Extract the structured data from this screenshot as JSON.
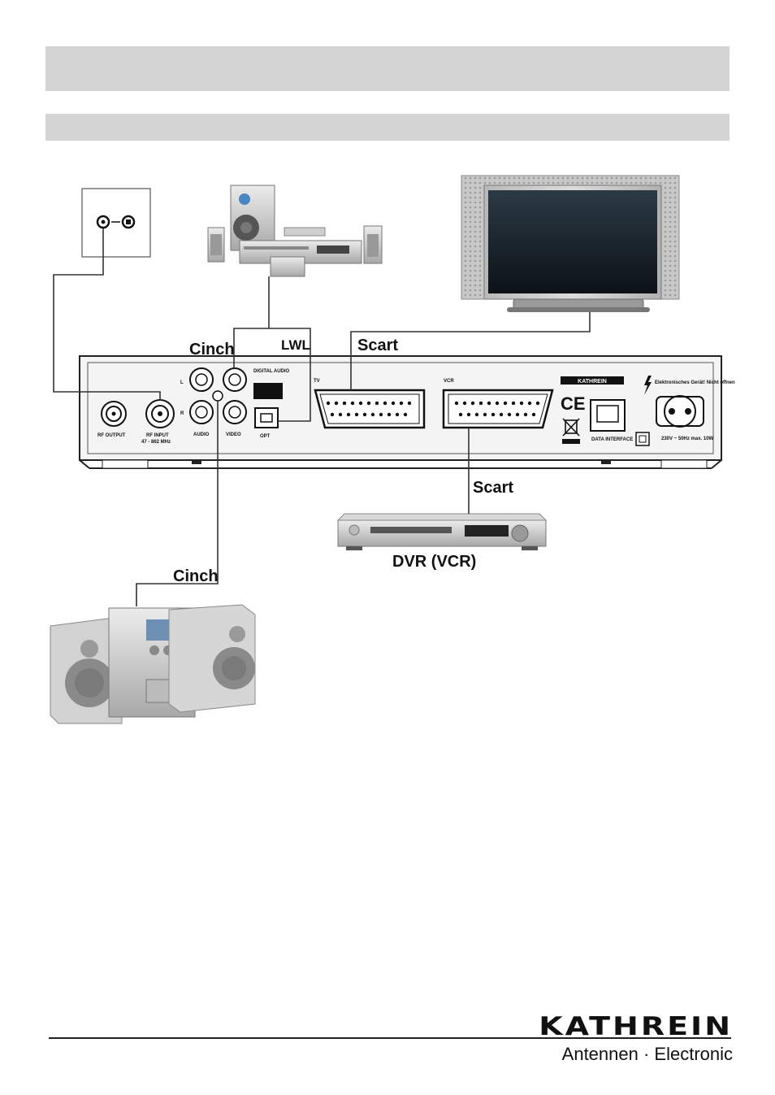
{
  "labels": {
    "cinch_top": "Cinch",
    "lwl": "LWL",
    "scart_tv": "Scart",
    "scart_vcr": "Scart",
    "dvr_vcr": "DVR (VCR)",
    "cinch_bottom": "Cinch"
  },
  "panel": {
    "rf_output": "RF OUTPUT",
    "rf_input": "RF INPUT",
    "rf_input_range": "47 - 862 MHz",
    "audio": "AUDIO",
    "video": "VIDEO",
    "left": "L",
    "right": "R",
    "digital_audio": "DIGITAL AUDIO",
    "opt": "OPT",
    "tv": "TV",
    "vcr": "VCR",
    "brand_plate": "KATHREIN",
    "ce": "CE",
    "data_interface": "DATA INTERFACE",
    "mains_warning": "Elektronisches Gerät! Nicht öffnen",
    "mains_rating": "230V ~ 50Hz max. 10W"
  },
  "footer": {
    "brand": "KATHREIN",
    "tagline": "Antennen · Electronic"
  },
  "colors": {
    "band": "#d4d4d4",
    "line": "#333333",
    "device_body": "#e2e2e2",
    "screen": "#1e2a34"
  }
}
